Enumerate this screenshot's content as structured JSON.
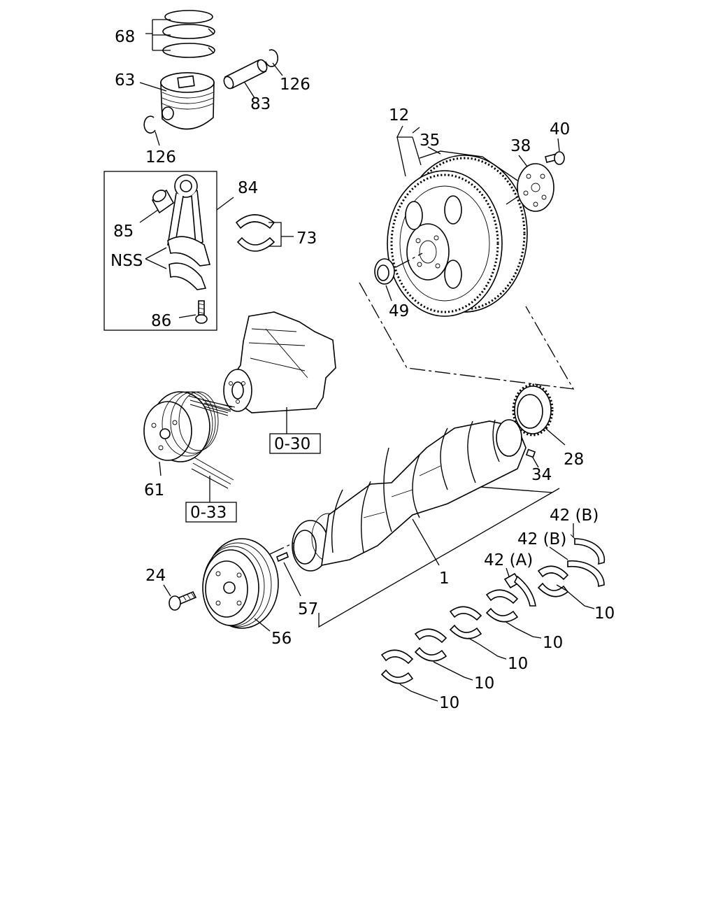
{
  "labels": {
    "l1": "1",
    "l10": "10",
    "l12": "12",
    "l24": "24",
    "l28": "28",
    "l34": "34",
    "l35": "35",
    "l38": "38",
    "l40": "40",
    "l42a": "42 (A)",
    "l42b": "42 (B)",
    "l49": "49",
    "l56": "56",
    "l57": "57",
    "l61": "61",
    "l63": "63",
    "l68": "68",
    "l73": "73",
    "l83": "83",
    "l84": "84",
    "l85": "85",
    "l86": "86",
    "l126": "126",
    "nss": "NSS",
    "ref030": "0-30",
    "ref033": "0-33"
  }
}
